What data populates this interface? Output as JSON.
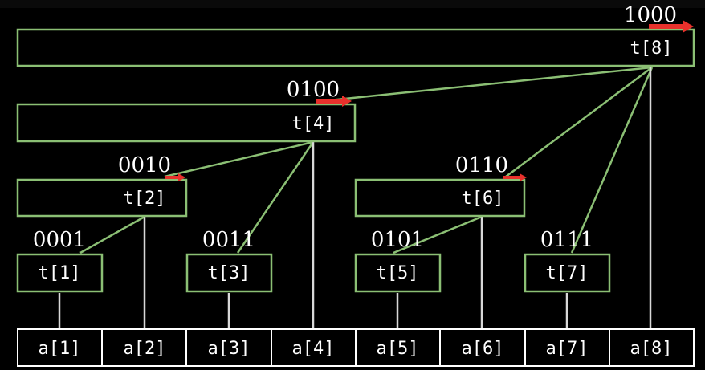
{
  "tree_nodes": [
    {
      "id": "t1",
      "label": "t[1]",
      "binary": "0001"
    },
    {
      "id": "t2",
      "label": "t[2]",
      "binary": "0010"
    },
    {
      "id": "t3",
      "label": "t[3]",
      "binary": "0011"
    },
    {
      "id": "t4",
      "label": "t[4]",
      "binary": "0100"
    },
    {
      "id": "t5",
      "label": "t[5]",
      "binary": "0101"
    },
    {
      "id": "t6",
      "label": "t[6]",
      "binary": "0110"
    },
    {
      "id": "t7",
      "label": "t[7]",
      "binary": "0111"
    },
    {
      "id": "t8",
      "label": "t[8]",
      "binary": "1000"
    }
  ],
  "array_cells": [
    "a[1]",
    "a[2]",
    "a[3]",
    "a[4]",
    "a[5]",
    "a[6]",
    "a[7]",
    "a[8]"
  ],
  "colors": {
    "tree_border": "#8bbf74",
    "array_border": "#ffffff",
    "arrow": "#e8312c",
    "background": "#000000"
  }
}
